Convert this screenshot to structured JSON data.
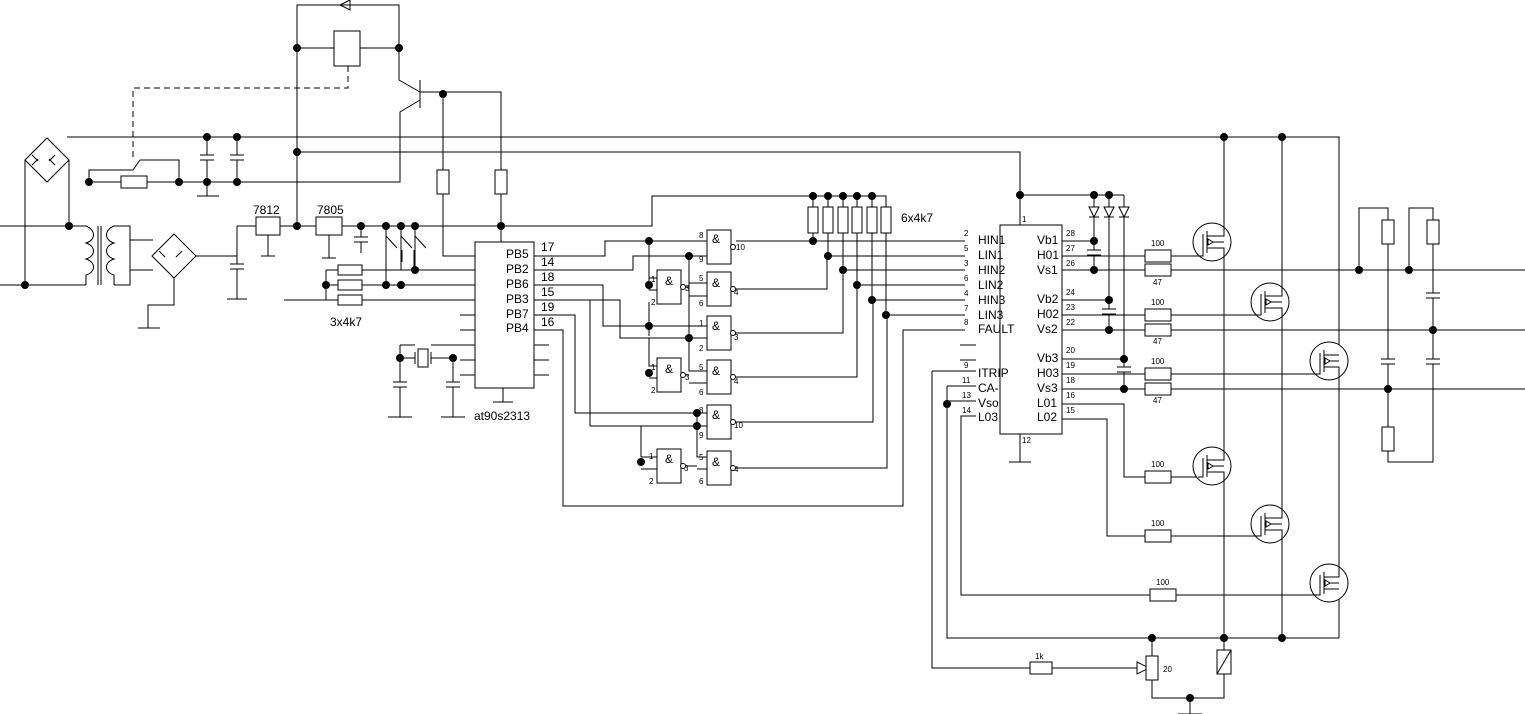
{
  "regulators": {
    "reg1": "7812",
    "reg2": "7805"
  },
  "mcu": {
    "name": "at90s2313",
    "pins": [
      {
        "name": "PB5",
        "num": "17"
      },
      {
        "name": "PB2",
        "num": "14"
      },
      {
        "name": "PB6",
        "num": "18"
      },
      {
        "name": "PB3",
        "num": "15"
      },
      {
        "name": "PB7",
        "num": "19"
      },
      {
        "name": "PB4",
        "num": "16"
      }
    ]
  },
  "resistor_arrays": {
    "small": "3x4k7",
    "large": "6x4k7"
  },
  "driver": {
    "left_pins": [
      {
        "name": "HIN1",
        "num": "2"
      },
      {
        "name": "LIN1",
        "num": "5"
      },
      {
        "name": "HIN2",
        "num": "3"
      },
      {
        "name": "LIN2",
        "num": "6"
      },
      {
        "name": "HIN3",
        "num": "4"
      },
      {
        "name": "LIN3",
        "num": "7"
      },
      {
        "name": "FAULT",
        "num": "8"
      },
      {
        "name": "ITRIP",
        "num": "9"
      },
      {
        "name": "CA-",
        "num": "11"
      },
      {
        "name": "Vso",
        "num": "13"
      },
      {
        "name": "L03",
        "num": "14"
      }
    ],
    "right_pins": [
      {
        "name": "Vb1",
        "num": "28"
      },
      {
        "name": "H01",
        "num": "27"
      },
      {
        "name": "Vs1",
        "num": "26"
      },
      {
        "name": "Vb2",
        "num": "24"
      },
      {
        "name": "H02",
        "num": "23"
      },
      {
        "name": "Vs2",
        "num": "22"
      },
      {
        "name": "Vb3",
        "num": "20"
      },
      {
        "name": "H03",
        "num": "19"
      },
      {
        "name": "Vs3",
        "num": "18"
      },
      {
        "name": "L01",
        "num": "16"
      },
      {
        "name": "L02",
        "num": "15"
      }
    ],
    "top_pin": "1",
    "bottom_pin": "12"
  },
  "gate_resistors": {
    "r100": "100",
    "r47": "47"
  },
  "shunt": {
    "r1k": "1k",
    "pot": "20"
  },
  "nand": {
    "symbol": "&",
    "g1": {
      "in1": "8",
      "in2": "9",
      "out": "10"
    },
    "g2": {
      "in1": "1",
      "in2": "2",
      "out": "3"
    },
    "g3": {
      "in1": "5",
      "in2": "6",
      "out": "4"
    },
    "g4": {
      "in1": "1",
      "in2": "2",
      "out": "3"
    },
    "g5": {
      "in1": "1",
      "in2": "2",
      "out": "3"
    },
    "g6": {
      "in1": "5",
      "in2": "6",
      "out": "4"
    },
    "g7": {
      "in1": "8",
      "in2": "9",
      "out": "10"
    },
    "g8": {
      "in1": "1",
      "in2": "2",
      "out": "3"
    },
    "g9": {
      "in1": "5",
      "in2": "6",
      "out": "4"
    }
  }
}
